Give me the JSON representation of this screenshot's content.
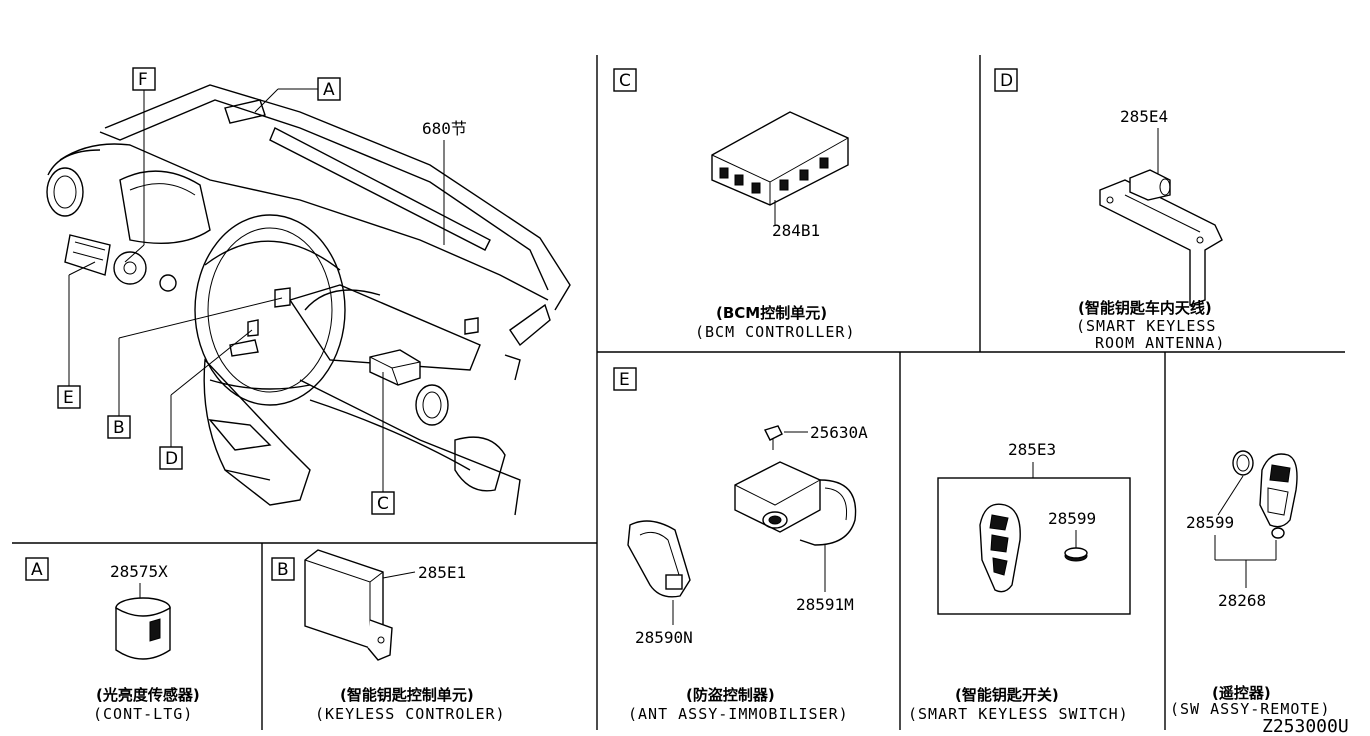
{
  "diagram_code": "Z253000U",
  "main_view": {
    "callouts": [
      "A",
      "B",
      "C",
      "D",
      "E",
      "F"
    ],
    "part_number": "680节"
  },
  "sections": {
    "C": {
      "letter": "C",
      "part_number": "284B1",
      "caption_cn": "(BCM控制单元)",
      "caption_en": "(BCM CONTROLLER)"
    },
    "D": {
      "letter": "D",
      "part_number": "285E4",
      "caption_cn": "(智能钥匙车内天线)",
      "caption_en_1": "(SMART KEYLESS",
      "caption_en_2": "ROOM ANTENNA)"
    },
    "E": {
      "letter": "E",
      "part_numbers": [
        "25630A",
        "28591M",
        "28590N"
      ],
      "caption_cn": "(防盗控制器)",
      "caption_en": "(ANT ASSY-IMMOBILISER)"
    },
    "switch": {
      "part_numbers": [
        "285E3",
        "28599"
      ],
      "caption_cn": "(智能钥匙开关)",
      "caption_en": "(SMART KEYLESS SWITCH)"
    },
    "remote": {
      "part_numbers": [
        "28599",
        "28268"
      ],
      "caption_cn": "(遥控器)",
      "caption_en": "(SW ASSY-REMOTE)"
    },
    "A": {
      "letter": "A",
      "part_number": "28575X",
      "caption_cn": "(光亮度传感器)",
      "caption_en": "(CONT-LTG)"
    },
    "B": {
      "letter": "B",
      "part_number": "285E1",
      "caption_cn": "(智能钥匙控制单元)",
      "caption_en": "(KEYLESS CONTROLER)"
    }
  }
}
